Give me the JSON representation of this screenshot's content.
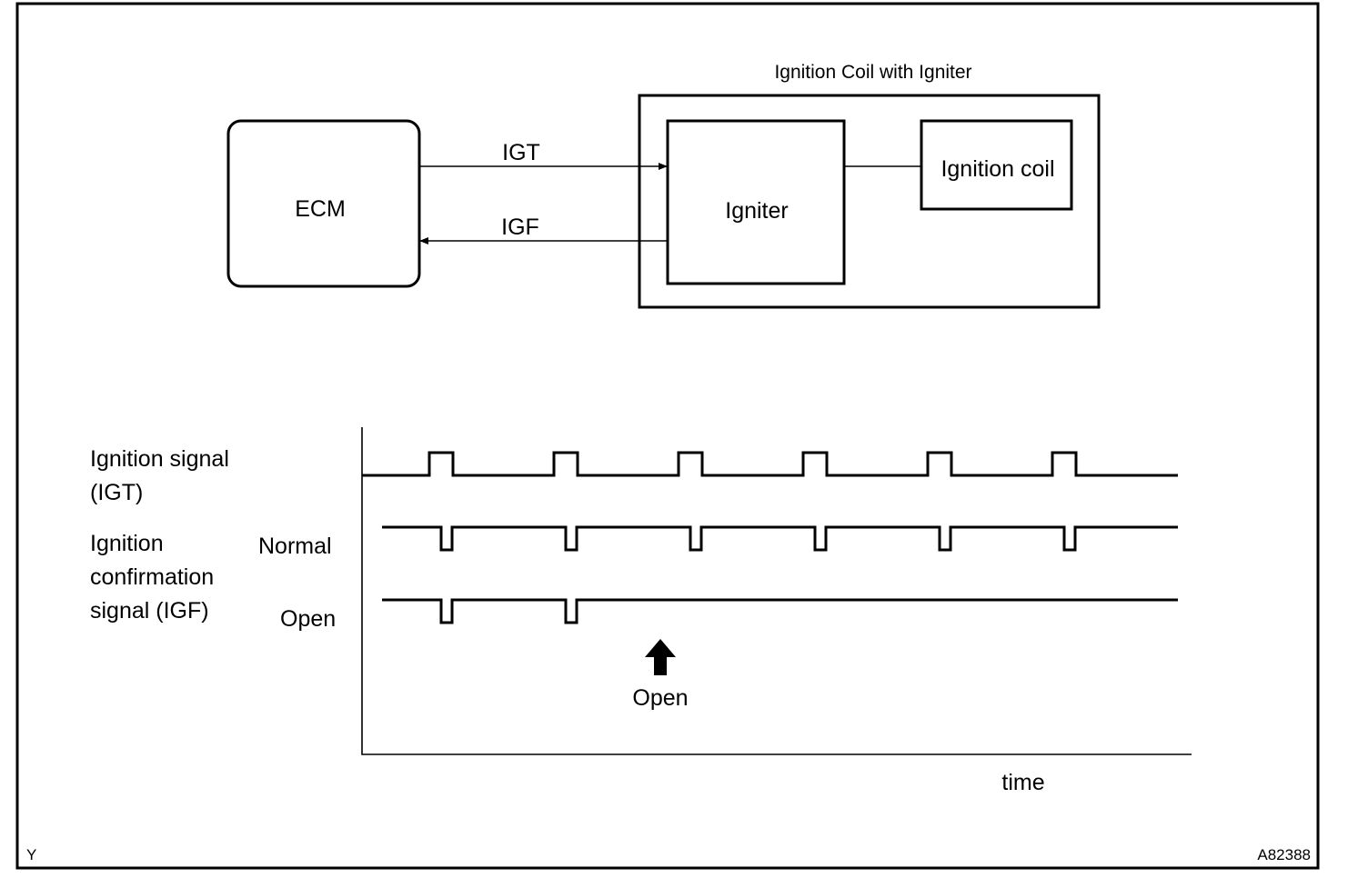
{
  "block_diagram": {
    "module_title": "Ignition Coil with Igniter",
    "ecm_label": "ECM",
    "igniter_label": "Igniter",
    "coil_label": "Ignition coil",
    "igt_label": "IGT",
    "igf_label": "IGF"
  },
  "timing_chart": {
    "igt_label_line1": "Ignition signal",
    "igt_label_line2": "(IGT)",
    "igf_label_line1": "Ignition",
    "igf_label_line2": "confirmation",
    "igf_label_line3": "signal (IGF)",
    "normal_label": "Normal",
    "open_label": "Open",
    "open_arrow_label": "Open",
    "x_axis_label": "time",
    "pulse_count": 6,
    "open_pulse_count": 2
  },
  "corner_left": "Y",
  "corner_right": "A82388"
}
